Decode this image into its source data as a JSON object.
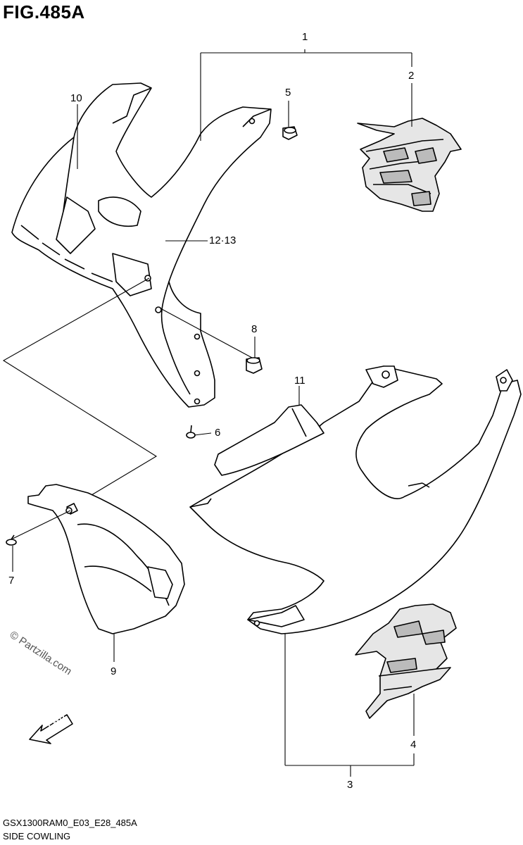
{
  "figure": {
    "title": "FIG.485A",
    "model_code": "GSX1300RAM0_E03_E28_485A",
    "caption": "SIDE COWLING",
    "watermark": "© Partzilla.com",
    "fwd_label": "FWD"
  },
  "callouts": [
    {
      "id": "1",
      "label": "1"
    },
    {
      "id": "2",
      "label": "2"
    },
    {
      "id": "3",
      "label": "3"
    },
    {
      "id": "4",
      "label": "4"
    },
    {
      "id": "5",
      "label": "5"
    },
    {
      "id": "6",
      "label": "6"
    },
    {
      "id": "7",
      "label": "7"
    },
    {
      "id": "8",
      "label": "8"
    },
    {
      "id": "9",
      "label": "9"
    },
    {
      "id": "10",
      "label": "10"
    },
    {
      "id": "11",
      "label": "11"
    },
    {
      "id": "12-13",
      "label": "12·13"
    }
  ],
  "colors": {
    "line": "#000000",
    "part_fill": "#ffffff",
    "decal_fill": "#dcdcdc"
  }
}
